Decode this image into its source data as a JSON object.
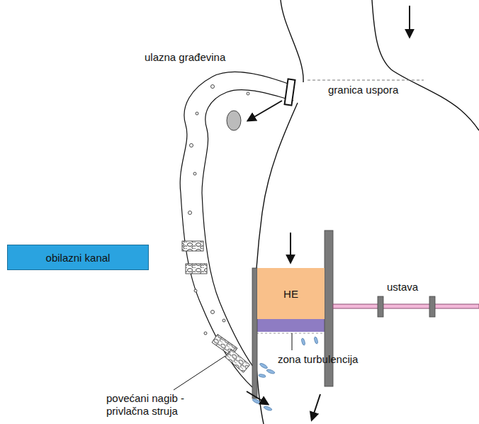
{
  "diagram": {
    "nodes": [
      {
        "text": [
          "obilazni kanal"
        ]
      },
      {
        "text": [
          "HE"
        ]
      }
    ],
    "labels": [
      "granica uspora",
      "ulazna građevina",
      "ustava",
      "zona turbulencija",
      "povećani nagib - privlačna struja"
    ]
  }
}
